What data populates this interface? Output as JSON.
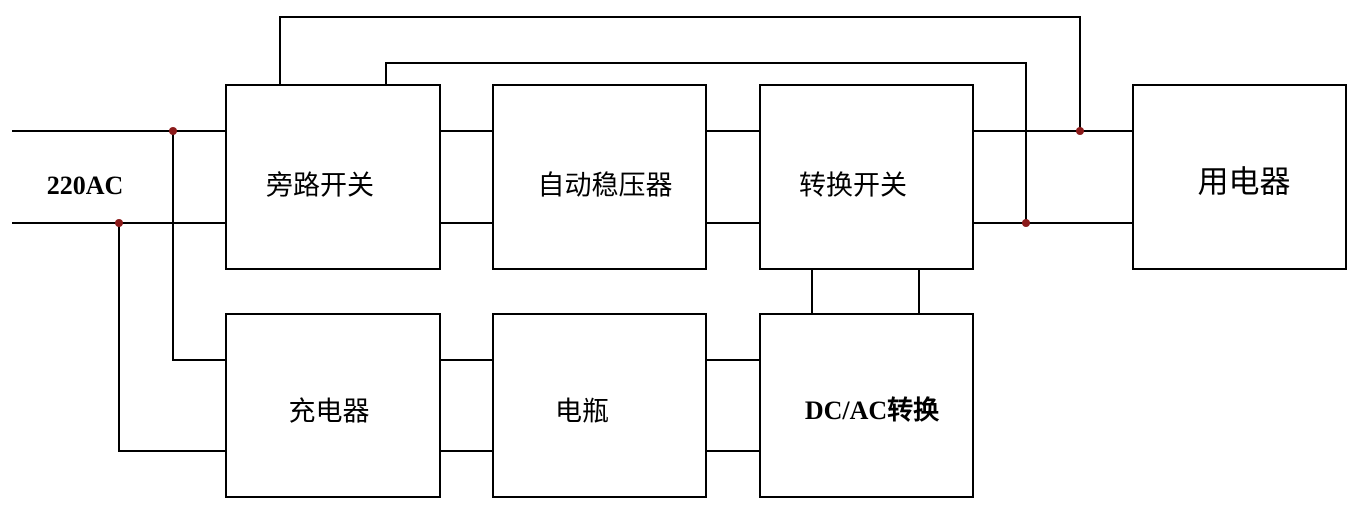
{
  "input": {
    "label": "220AC"
  },
  "blocks": {
    "bypass_switch": "旁路开关",
    "auto_regulator": "自动稳压器",
    "transfer_switch": "转换开关",
    "load": "用电器",
    "charger": "充电器",
    "battery": "电瓶",
    "dcac_converter": "DC/AC转换"
  },
  "colors": {
    "wire": "#000000",
    "junction": "#8b1a1a",
    "background": "#ffffff"
  }
}
